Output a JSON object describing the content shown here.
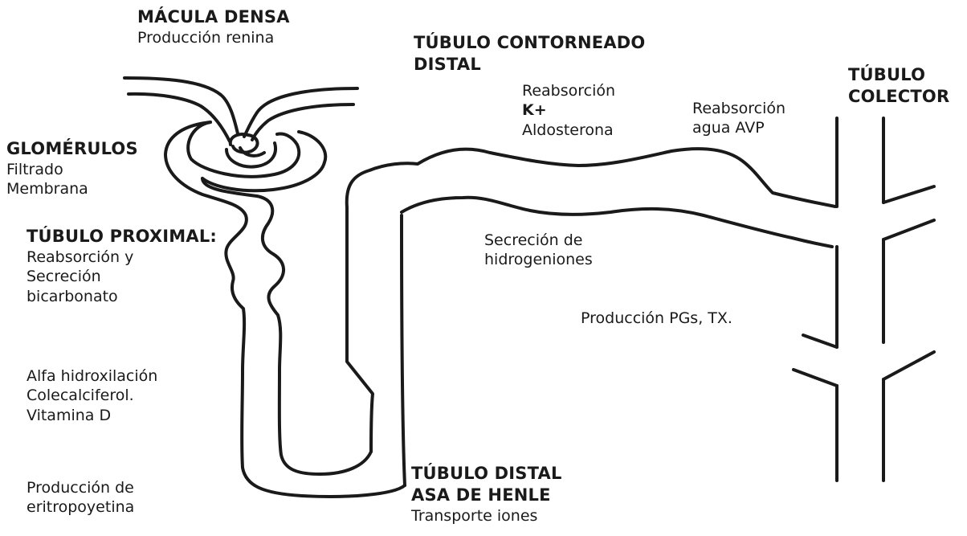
{
  "labels": {
    "macula_title": "MÁCULA DENSA",
    "macula_sub": "Producción renina",
    "glomerulos_title": "GLOMÉRULOS",
    "glomerulos_line1": "Filtrado",
    "glomerulos_line2": "Membrana",
    "proximal_title": "TÚBULO PROXIMAL:",
    "proximal_line1": "Reabsorción y",
    "proximal_line2": "Secreción",
    "proximal_line3": "bicarbonato",
    "vitd_line1": "Alfa hidroxilación",
    "vitd_line2": "Colecalciferol.",
    "vitd_line3": "Vitamina D",
    "epo_line1": "Producción de",
    "epo_line2": "eritropoyetina",
    "distal_conv_line1": "TÚBULO CONTORNEADO",
    "distal_conv_line2": "DISTAL",
    "k_line1": "Reabsorción",
    "k_line2": "K+",
    "k_line3": "Aldosterona",
    "water_line1": "Reabsorción",
    "water_line2": "agua AVP",
    "collector_line1": "TÚBULO",
    "collector_line2": "COLECTOR",
    "hydrogen_line1": "Secreción de",
    "hydrogen_line2": "hidrogeniones",
    "pgs": "Producción PGs, TX.",
    "henle_line1": "TÚBULO DISTAL",
    "henle_line2": "ASA DE HENLE",
    "henle_line3": "Transporte iones"
  },
  "colors": {
    "stroke": "#1a1a1a",
    "background": "#ffffff"
  }
}
